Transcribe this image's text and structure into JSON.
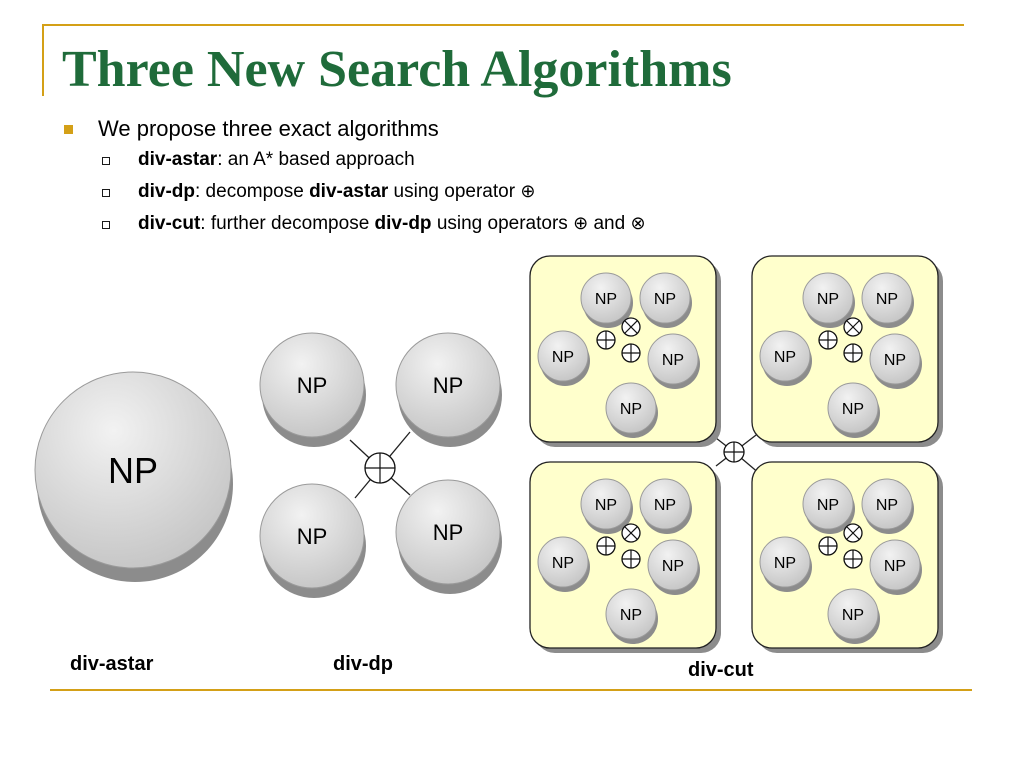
{
  "title": "Three New Search Algorithms",
  "bullet": "We propose three exact algorithms",
  "sub_bullets": [
    {
      "term": "div-astar",
      "rest": ": an A* based approach"
    },
    {
      "term": "div-dp",
      "mid": ": decompose ",
      "term2": "div-astar",
      "rest": " using operator ",
      "op": "⊕"
    },
    {
      "term": "div-cut",
      "mid": ": further decompose ",
      "term2": "div-dp",
      "rest": " using operators ",
      "op": "⊕",
      "and": " and ",
      "op2": "⊗"
    }
  ],
  "node_label": "NP",
  "captions": {
    "astar": "div-astar",
    "dp": "div-dp",
    "cut": "div-cut"
  },
  "colors": {
    "title": "#1F6B3A",
    "rule": "#D4A017",
    "panel": "#FFFFCC",
    "node": "#D3D3D3"
  }
}
